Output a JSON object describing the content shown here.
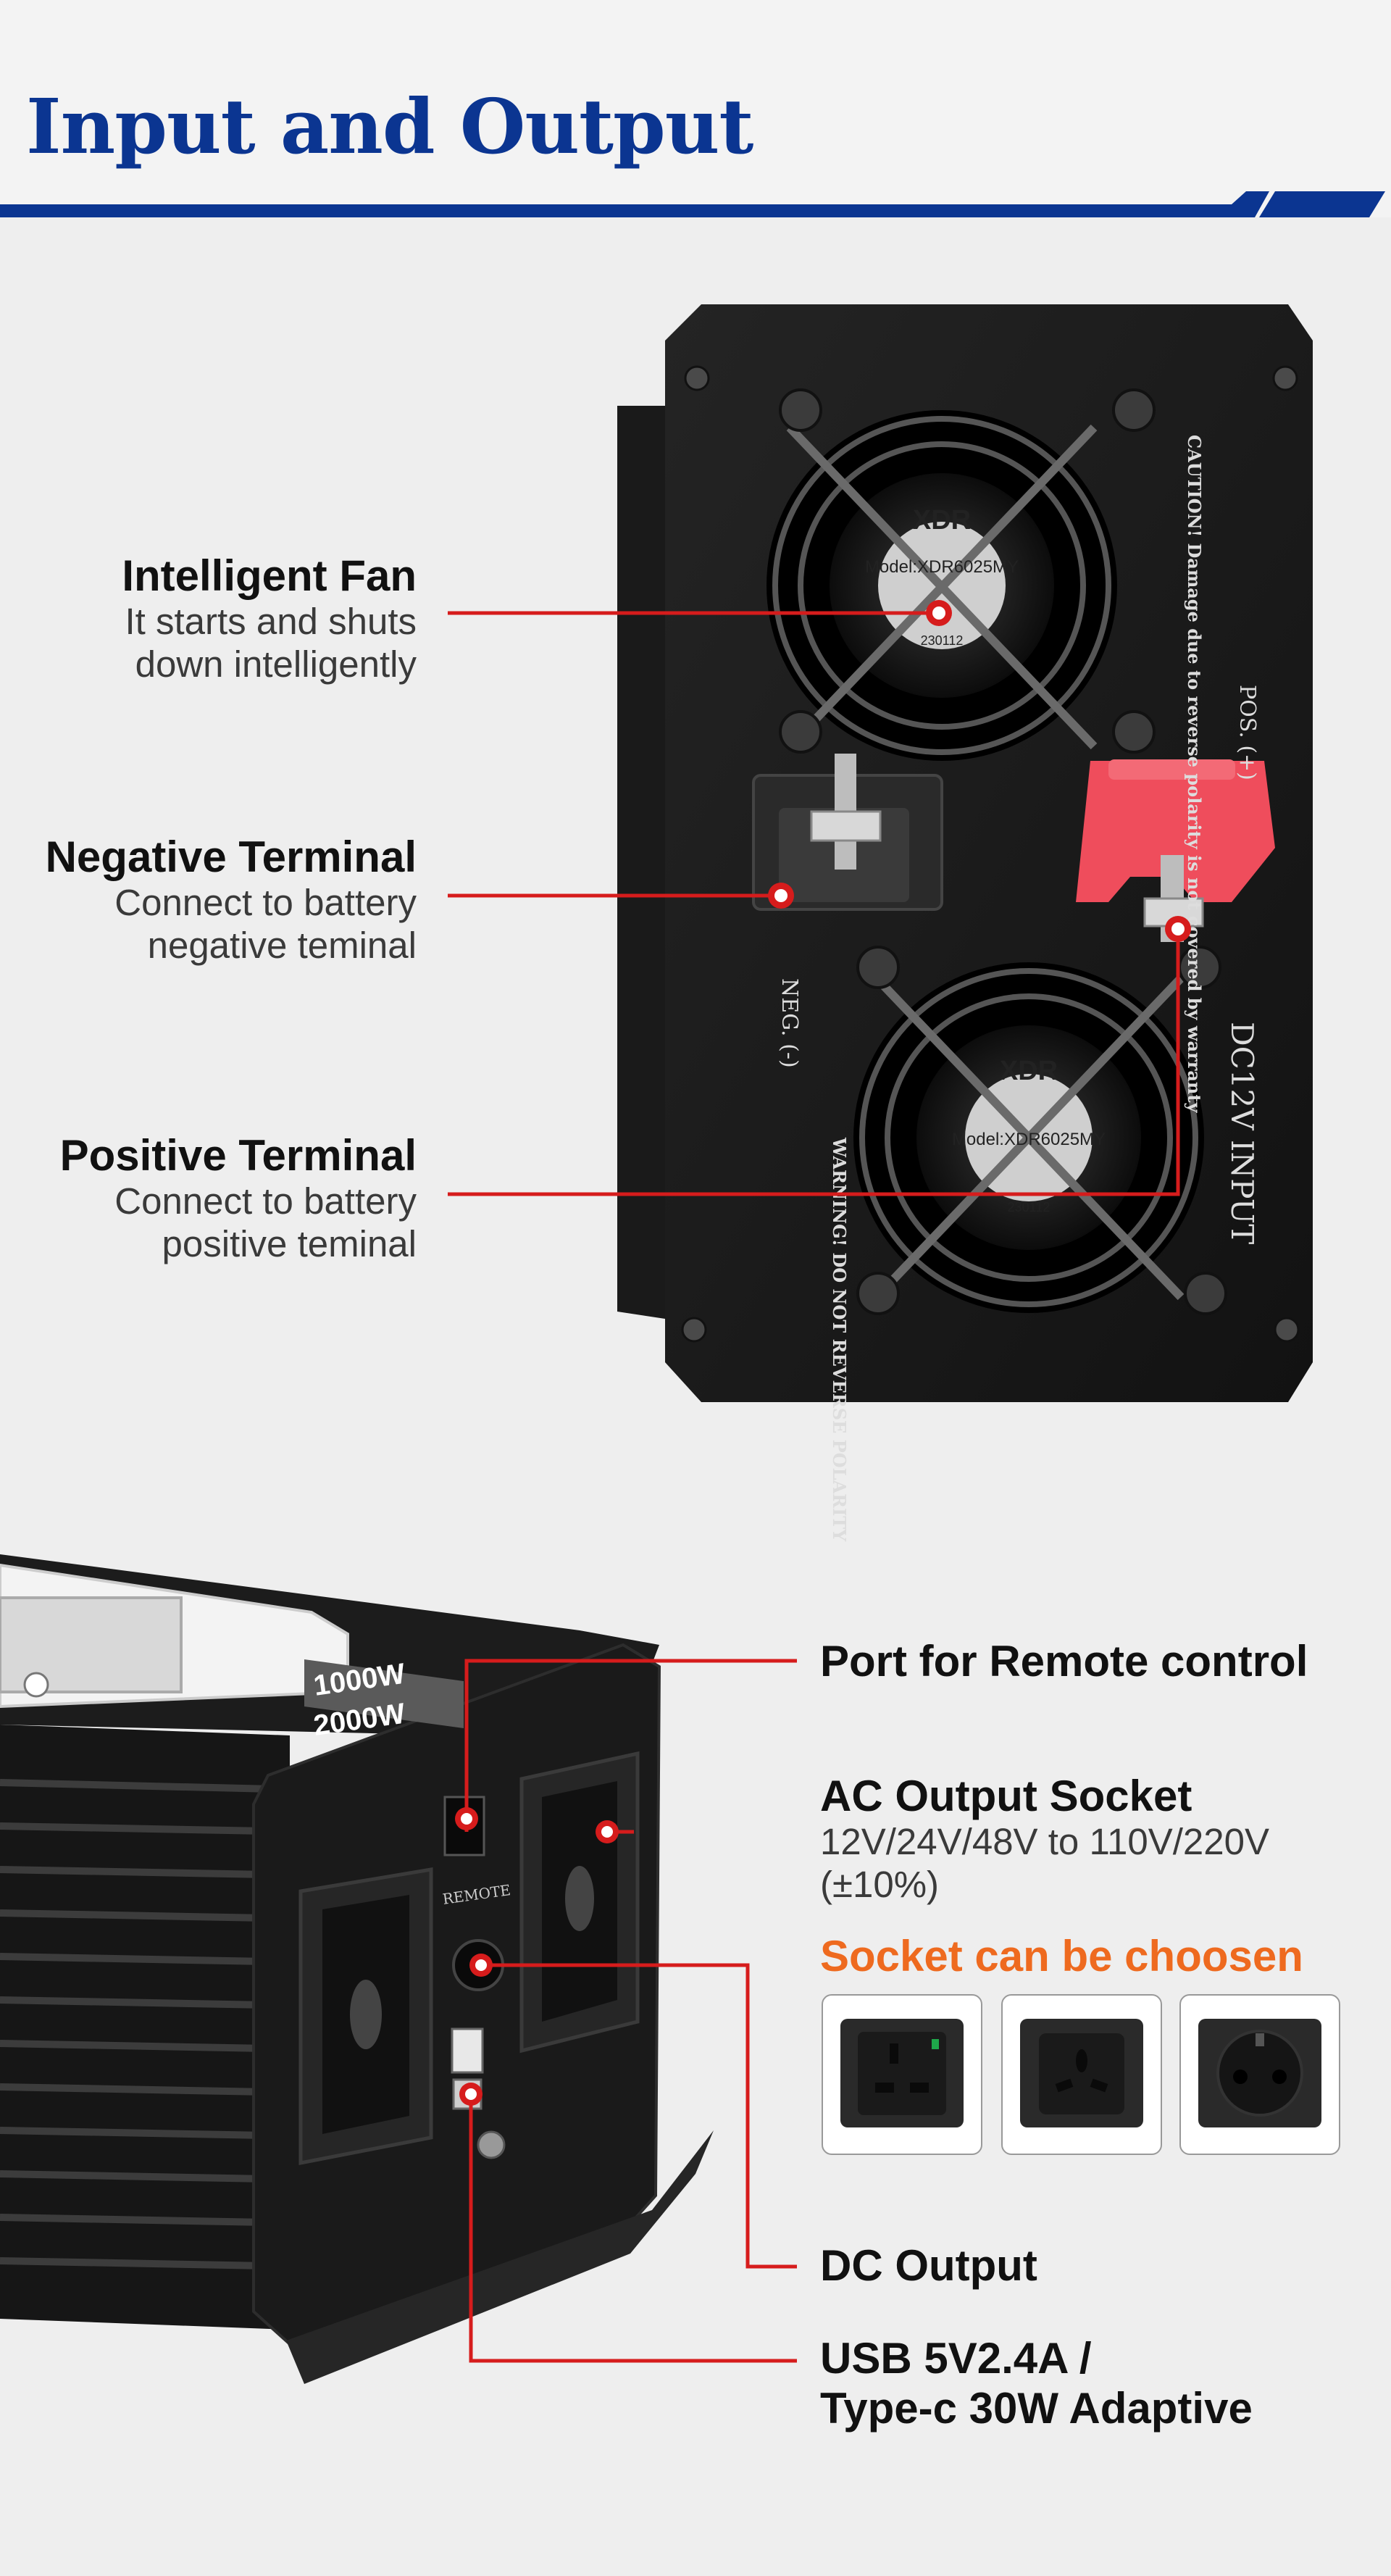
{
  "header": {
    "title": "Input and Output",
    "brand_color": "#0b3591"
  },
  "top_panel": {
    "label_caution": "CAUTION! Damage due to reverse polarity is not covered by warranty",
    "label_pos": "POS. (+)",
    "label_neg": "NEG. (-)",
    "label_input": "DC12V INPUT",
    "label_warning": "WARNING! DO NOT REVERSE POLARITY",
    "fan_brand": "XDR",
    "fan_model": "Model:XDR6025MY",
    "fan_date": "230112",
    "callout_color": "#d61c1c"
  },
  "callouts_left": [
    {
      "title": "Intelligent Fan",
      "desc1": "It starts and shuts",
      "desc2": "down intelligently"
    },
    {
      "title": "Negative Terminal",
      "desc1": "Connect to battery",
      "desc2": "negative  teminal"
    },
    {
      "title": "Positive Terminal",
      "desc1": "Connect to battery",
      "desc2": "positive  teminal"
    }
  ],
  "bottom_device": {
    "badge_1": "1000W",
    "badge_2": "2000W",
    "label_remote": "REMOTE"
  },
  "callouts_right": {
    "remote": "Port for Remote control",
    "ac_title": "AC Output Socket",
    "ac_desc1": "12V/24V/48V to 110V/220V",
    "ac_desc2": "(±10%)",
    "socket_choice": "Socket can be choosen",
    "dc": "DC Output",
    "usb1": "USB 5V2.4A /",
    "usb2": "Type-c 30W Adaptive"
  },
  "socket_options": [
    "uk-socket-icon",
    "universal-socket-icon",
    "schuko-socket-icon"
  ],
  "accent_orange": "#ee6a1f"
}
